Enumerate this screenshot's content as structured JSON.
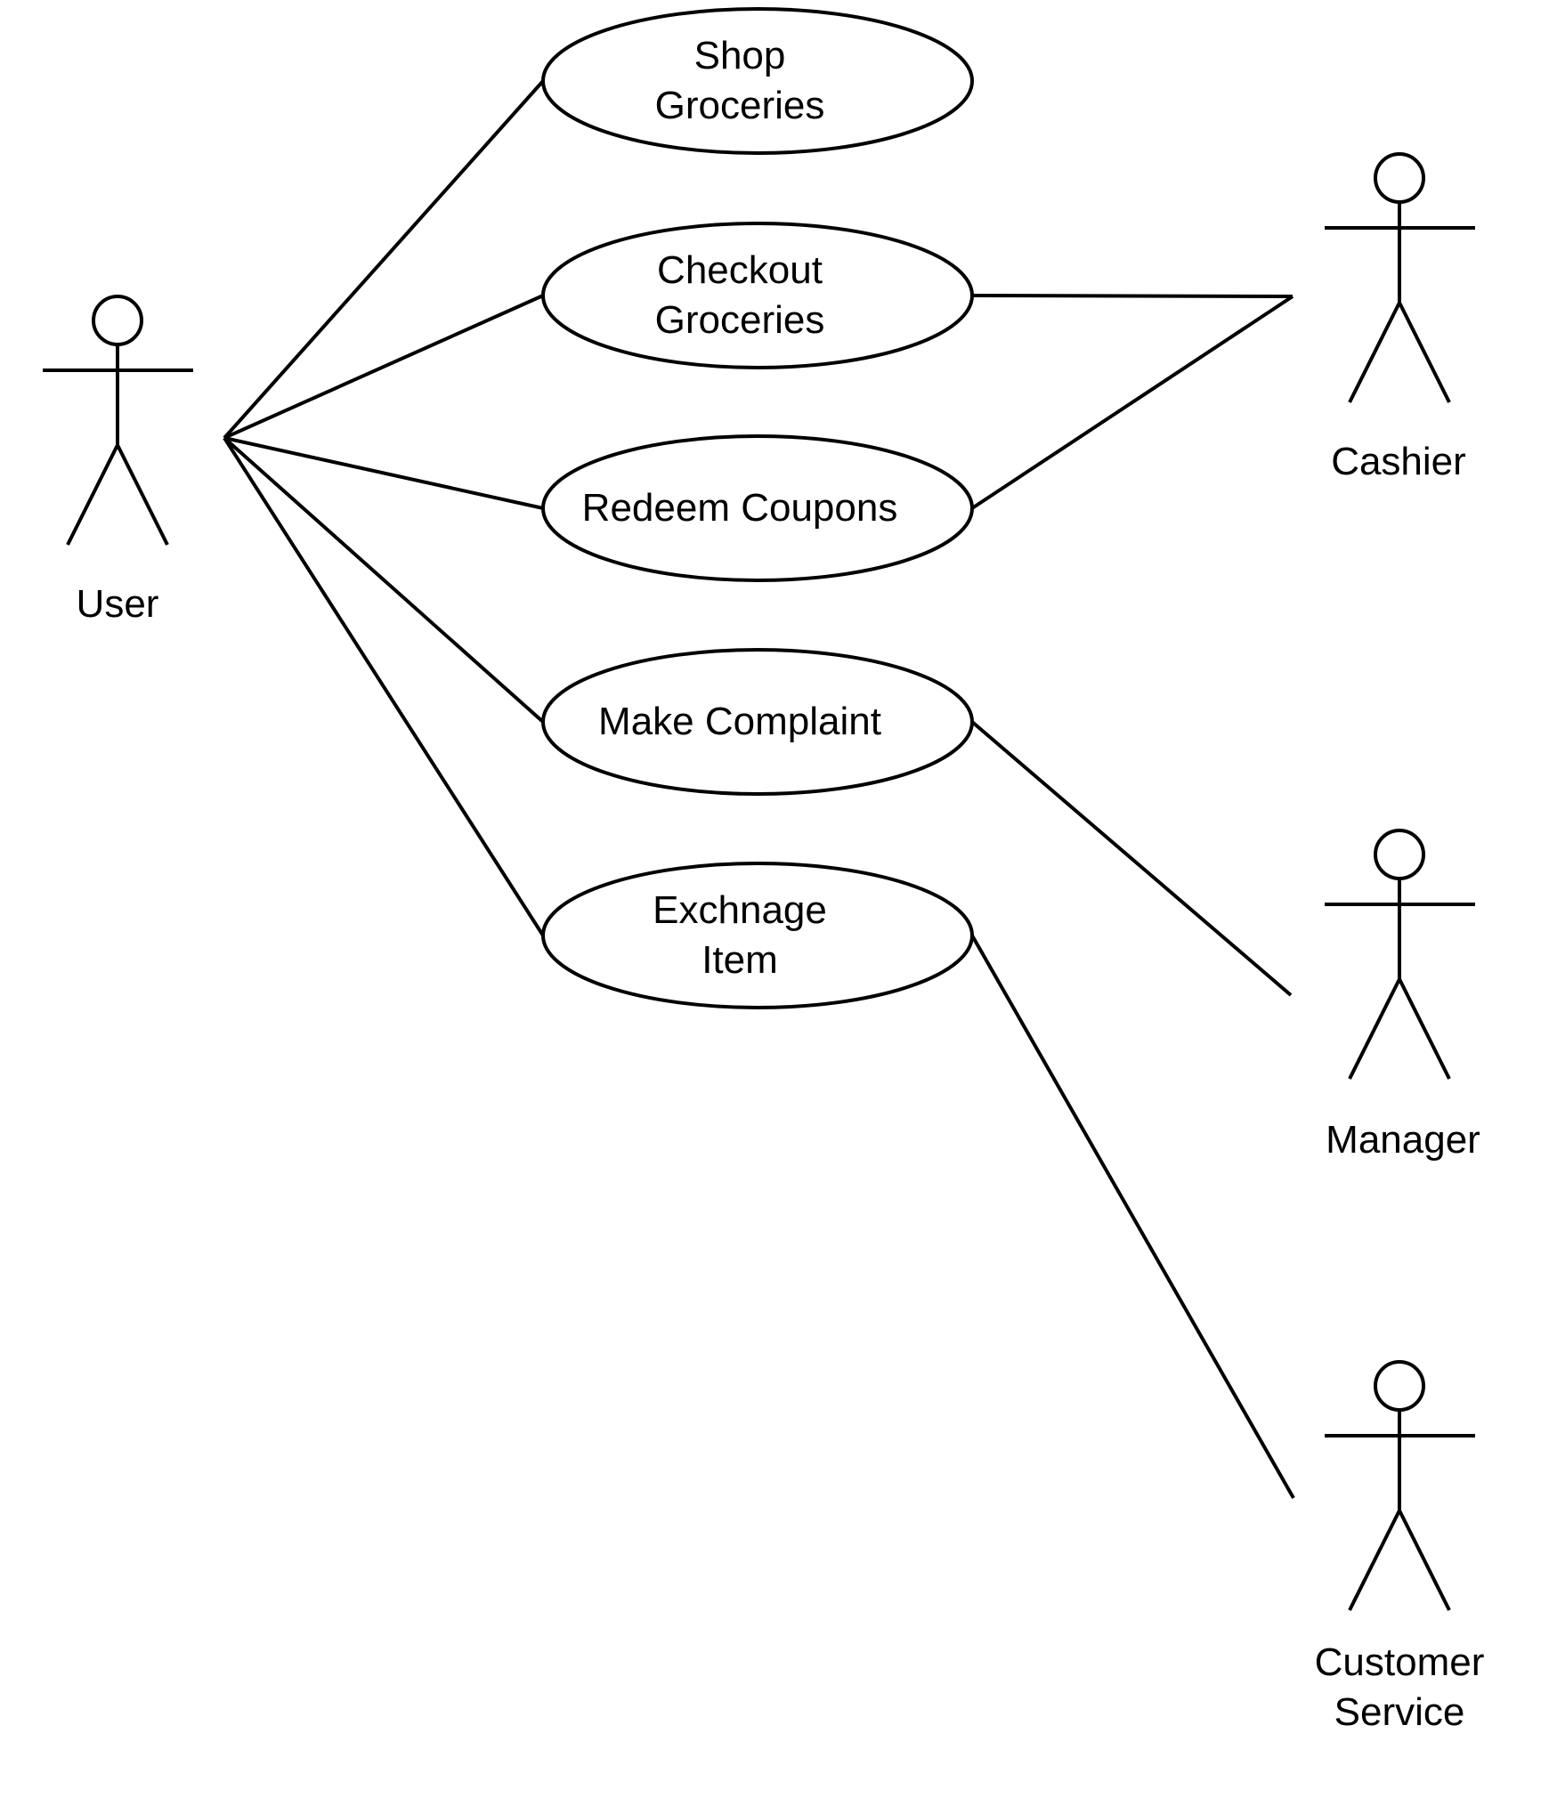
{
  "diagram": {
    "type": "uml-use-case-diagram",
    "colors": {
      "stroke": "#000000",
      "background": "#ffffff",
      "text": "#000000"
    },
    "actors": [
      {
        "id": "user",
        "label": "User"
      },
      {
        "id": "cashier",
        "label": "Cashier"
      },
      {
        "id": "manager",
        "label": "Manager"
      },
      {
        "id": "customer-service",
        "label": "Customer\nService"
      }
    ],
    "use_cases": [
      {
        "id": "shop-groceries",
        "label": "Shop\nGroceries"
      },
      {
        "id": "checkout-groceries",
        "label": "Checkout\nGroceries"
      },
      {
        "id": "redeem-coupons",
        "label": "Redeem Coupons"
      },
      {
        "id": "make-complaint",
        "label": "Make Complaint"
      },
      {
        "id": "exchange-item",
        "label": "Exchnage\nItem"
      }
    ],
    "associations": [
      {
        "from": "User",
        "to": "Shop Groceries"
      },
      {
        "from": "User",
        "to": "Checkout Groceries"
      },
      {
        "from": "User",
        "to": "Redeem Coupons"
      },
      {
        "from": "User",
        "to": "Make Complaint"
      },
      {
        "from": "User",
        "to": "Exchnage Item"
      },
      {
        "from": "Checkout Groceries",
        "to": "Cashier"
      },
      {
        "from": "Redeem Coupons",
        "to": "Cashier"
      },
      {
        "from": "Make Complaint",
        "to": "Manager"
      },
      {
        "from": "Exchnage Item",
        "to": "Customer Service"
      }
    ]
  }
}
